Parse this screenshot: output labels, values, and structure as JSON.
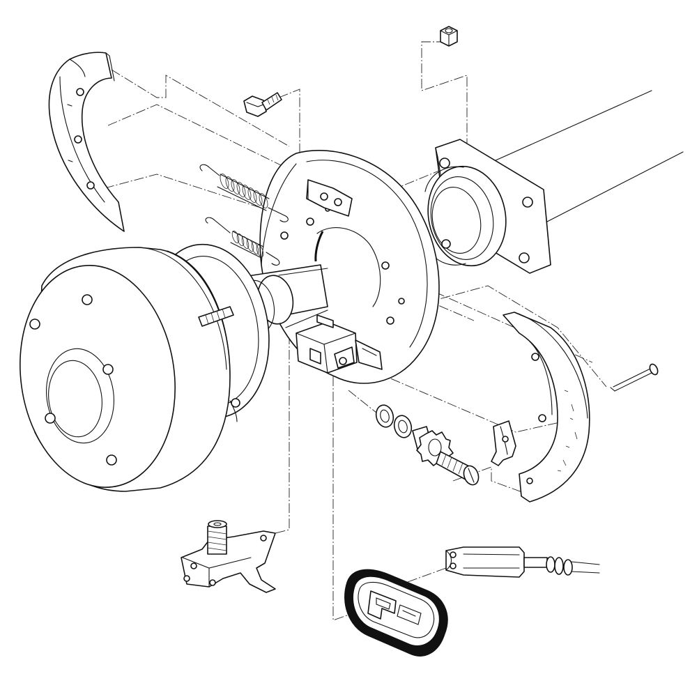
{
  "diagram": {
    "parts": [
      {
        "id": "brake-shoe-upper",
        "icon": "brake-shoe-icon"
      },
      {
        "id": "brake-shoe-lower",
        "icon": "brake-shoe-icon"
      },
      {
        "id": "return-spring-upper",
        "icon": "coil-spring-icon"
      },
      {
        "id": "return-spring-lower",
        "icon": "coil-spring-icon"
      },
      {
        "id": "backing-plate",
        "icon": "backing-plate-icon"
      },
      {
        "id": "axle-housing-flange",
        "icon": "axle-housing-icon"
      },
      {
        "id": "brake-drum",
        "icon": "brake-drum-icon"
      },
      {
        "id": "hex-bolt",
        "icon": "bolt-icon"
      },
      {
        "id": "hex-nut",
        "icon": "nut-icon"
      },
      {
        "id": "wheel-cylinder",
        "icon": "wheel-cylinder-icon"
      },
      {
        "id": "adjuster-assembly",
        "icon": "star-wheel-adjuster-icon"
      },
      {
        "id": "washers",
        "icon": "washer-icon"
      },
      {
        "id": "shoe-retainer-clip",
        "icon": "clip-icon"
      },
      {
        "id": "hold-down-pin",
        "icon": "pin-icon"
      },
      {
        "id": "park-brake-lever",
        "icon": "lever-icon"
      },
      {
        "id": "cable-clevis",
        "icon": "cable-end-icon"
      },
      {
        "id": "dust-boot",
        "icon": "rubber-boot-icon"
      }
    ]
  }
}
